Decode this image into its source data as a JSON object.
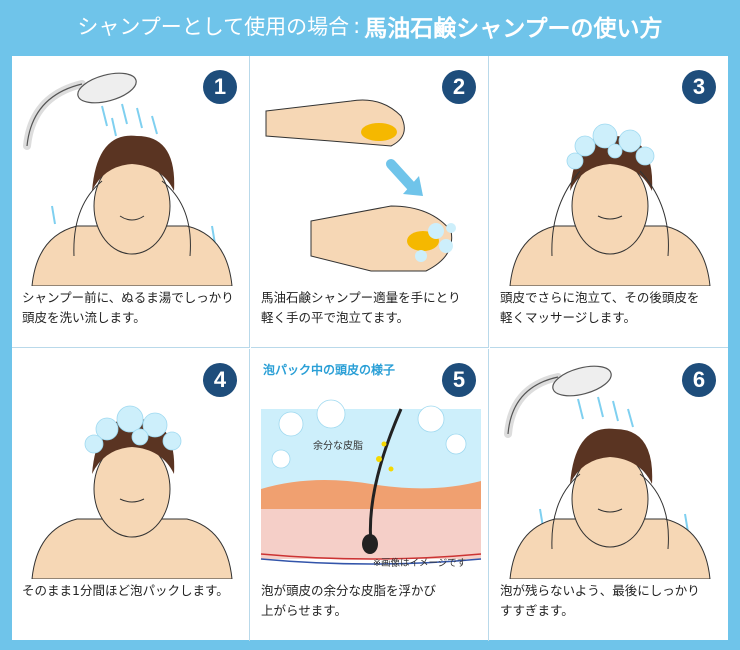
{
  "header": {
    "prefix": "シャンプーとして使用の場合",
    "separator": ":",
    "title": "馬油石鹸シャンプーの使い方"
  },
  "steps": [
    {
      "number": "1",
      "caption_line1": "シャンプー前に、ぬるま湯でしっかり",
      "caption_line2": "頭皮を洗い流します。"
    },
    {
      "number": "2",
      "caption_line1": "馬油石鹸シャンプー適量を手にとり",
      "caption_line2": "軽く手の平で泡立てます。"
    },
    {
      "number": "3",
      "caption_line1": "頭皮でさらに泡立て、その後頭皮を",
      "caption_line2": "軽くマッサージします。"
    },
    {
      "number": "4",
      "caption_line1": "そのまま1分間ほど泡パックします。",
      "caption_line2": ""
    },
    {
      "number": "5",
      "subtitle": "泡パック中の頭皮の様子",
      "annotation_sebum": "余分な皮脂",
      "annotation_note": "※画像はイメージです",
      "caption_line1": "泡が頭皮の余分な皮脂を浮かび",
      "caption_line2": "上がらせます。"
    },
    {
      "number": "6",
      "caption_line1": "泡が残らないよう、最後にしっかり",
      "caption_line2": "すすぎます。"
    }
  ],
  "colors": {
    "frame": "#6fc4ea",
    "badge": "#1e4d7b",
    "accent_blue": "#2a9fd6",
    "skin": "#f6d7b5",
    "hair": "#5a3422",
    "soap": "#f5b800"
  }
}
